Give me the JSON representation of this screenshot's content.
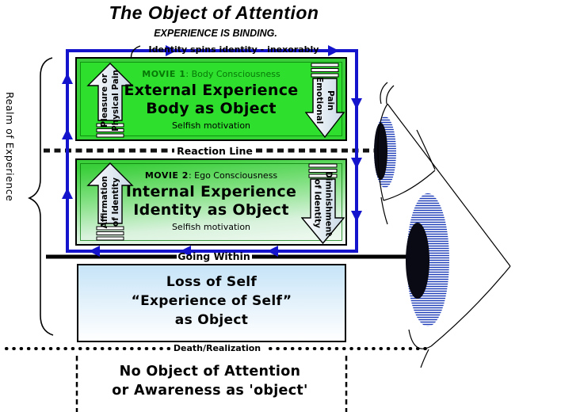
{
  "title": "The Object of Attention",
  "subtitle": "EXPERIENCE IS BINDING.",
  "loop_label": "Identity spins identity - inexorably",
  "realm_label": "Realm of Experience",
  "movie1": {
    "movie_label": "MOVIE 1",
    "movie_rest": ": Body Consciousness",
    "line1": "External Experience",
    "line2": "Body as Object",
    "footer": "Selfish motivation",
    "left_arrow": [
      "Pleasure or",
      "Physical Pain"
    ],
    "right_arrow": [
      "Emotional",
      "Pain"
    ]
  },
  "reaction_line_label": "Reaction Line",
  "movie2": {
    "movie_label": "MOVIE 2",
    "movie_rest": ": Ego Consciousness",
    "line1": "Internal Experience",
    "line2": "Identity as Object",
    "footer": "Selfish motivation",
    "left_arrow": [
      "Affirmation",
      "of Identity"
    ],
    "right_arrow": [
      "of Identity",
      "Diminishment"
    ]
  },
  "going_within_label": "Going Within",
  "loss_box": {
    "line1": "Loss of Self",
    "line2": "“Experience of Self”",
    "line3": "as Object"
  },
  "death_label": "Death/Realization",
  "bottom": {
    "line1": "No Object of Attention",
    "line2": "or Awareness as 'object'"
  },
  "colors": {
    "loop_blue": "#1414CC",
    "box1_green": "#2EDF2E",
    "movie1_text_green": "#077807",
    "loss_blue": "#C6E4F8",
    "iris_stripe_blue": "#1A3AB8",
    "line_black": "#000000"
  }
}
